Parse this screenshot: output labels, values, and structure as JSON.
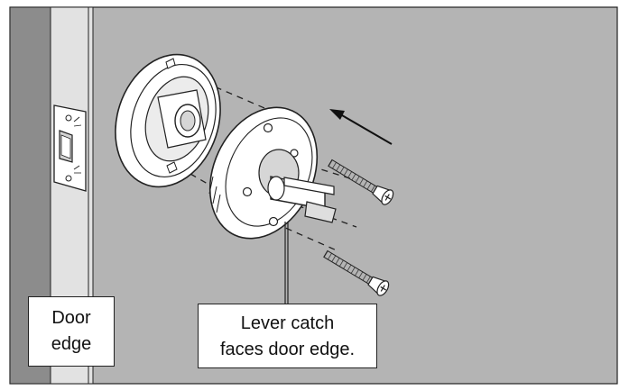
{
  "callouts": {
    "door_edge": {
      "line1": "Door",
      "line2": "edge"
    },
    "lever_catch": {
      "line1": "Lever catch",
      "line2": "faces door edge."
    }
  },
  "colors": {
    "background_gray": "#b4b4b4",
    "door_edge_gray": "#8c8c8c",
    "jamb_light": "#e2e2e2",
    "part_white": "#ffffff",
    "line": "#1e1e1e"
  },
  "icons": {
    "arrow": "direction-arrow-icon",
    "screw": "mounting-screw-icon"
  }
}
